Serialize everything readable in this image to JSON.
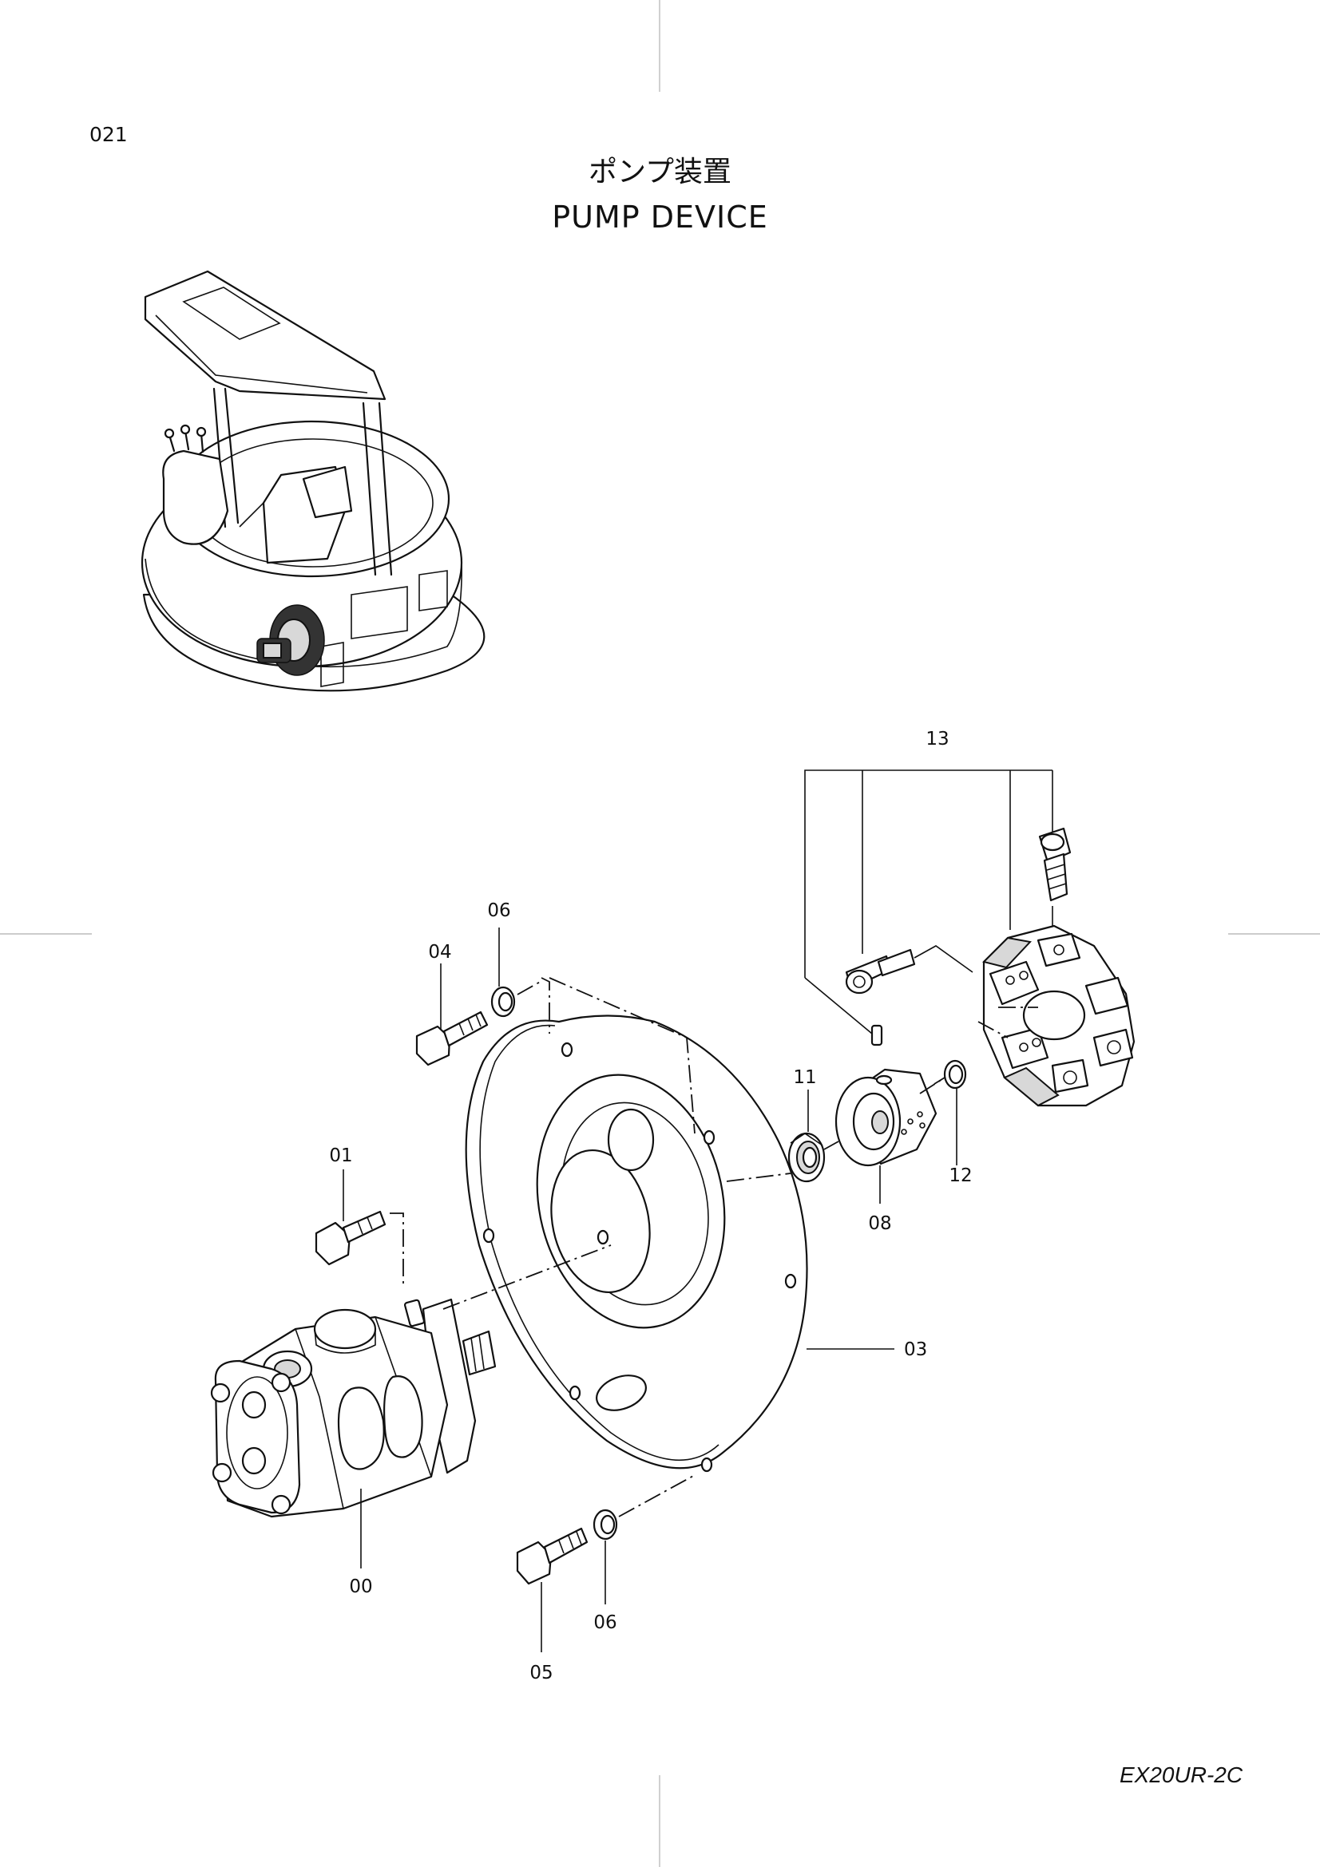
{
  "page_number": "021",
  "title_ja": "ポンプ装置",
  "title_en": "PUMP  DEVICE",
  "model_code": "EX20UR-2C",
  "parts": [
    {
      "id": "p00",
      "label": "00"
    },
    {
      "id": "p01",
      "label": "01"
    },
    {
      "id": "p03",
      "label": "03"
    },
    {
      "id": "p04",
      "label": "04"
    },
    {
      "id": "p05",
      "label": "05"
    },
    {
      "id": "p06a",
      "label": "06"
    },
    {
      "id": "p06b",
      "label": "06"
    },
    {
      "id": "p08",
      "label": "08"
    },
    {
      "id": "p11",
      "label": "11"
    },
    {
      "id": "p12",
      "label": "12"
    },
    {
      "id": "p13",
      "label": "13"
    }
  ]
}
